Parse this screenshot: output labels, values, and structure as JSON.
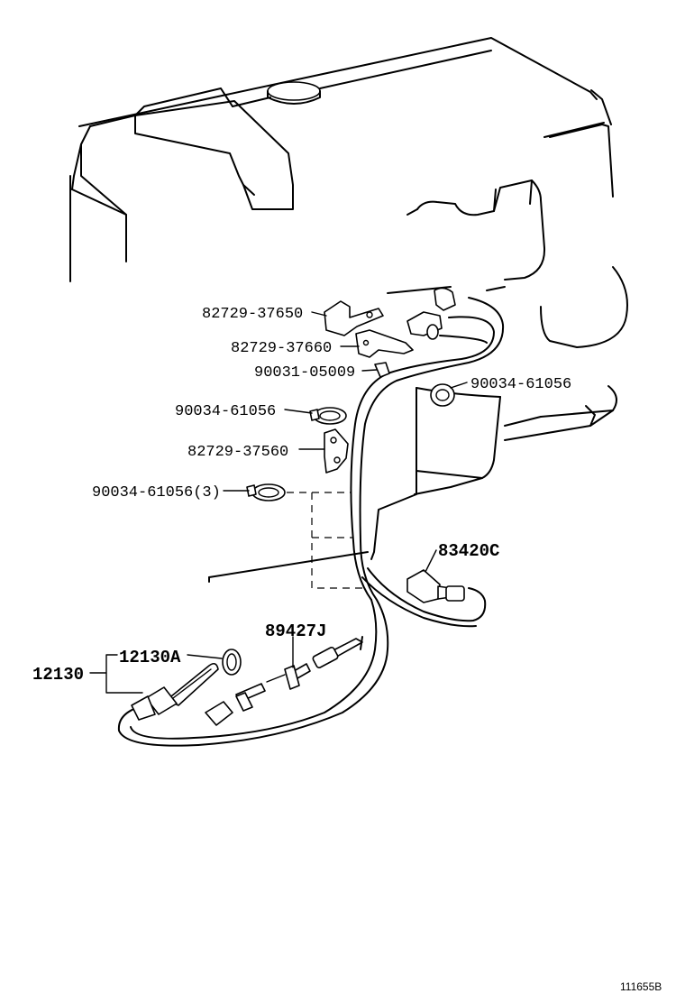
{
  "labels": {
    "p82729_37650": "82729-37650",
    "p82729_37660": "82729-37660",
    "p90031_05009": "90031-05009",
    "p90034_61056_left": "90034-61056",
    "p90034_61056_right": "90034-61056",
    "p82729_37560": "82729-37560",
    "p90034_61056_3": "90034-61056(3)",
    "p83420C": "83420C",
    "p89427J": "89427J",
    "p12130A": "12130A",
    "p12130": "12130"
  },
  "figure_number": "111655B"
}
